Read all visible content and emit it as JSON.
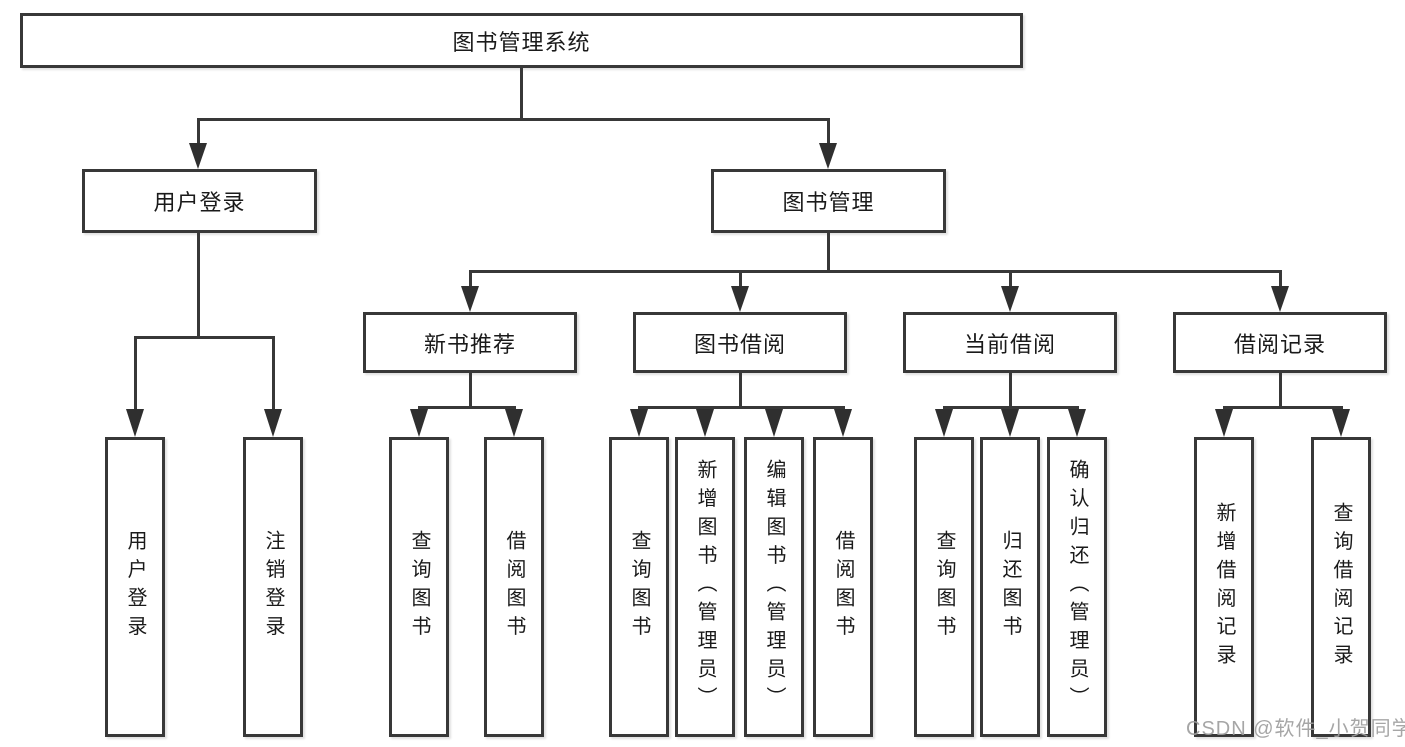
{
  "diagram": {
    "type": "tree",
    "root": {
      "label": "图书管理系统",
      "children": [
        {
          "label": "用户登录",
          "children": [
            {
              "label": "用户登录"
            },
            {
              "label": "注销登录"
            }
          ]
        },
        {
          "label": "图书管理",
          "children": [
            {
              "label": "新书推荐",
              "children": [
                {
                  "label": "查询图书"
                },
                {
                  "label": "借阅图书"
                }
              ]
            },
            {
              "label": "图书借阅",
              "children": [
                {
                  "label": "查询图书"
                },
                {
                  "label": "新增图书（管理员）"
                },
                {
                  "label": "编辑图书（管理员）"
                },
                {
                  "label": "借阅图书"
                }
              ]
            },
            {
              "label": "当前借阅",
              "children": [
                {
                  "label": "查询图书"
                },
                {
                  "label": "归还图书"
                },
                {
                  "label": "确认归还（管理员）"
                }
              ]
            },
            {
              "label": "借阅记录",
              "children": [
                {
                  "label": "新增借阅记录"
                },
                {
                  "label": "查询借阅记录"
                }
              ]
            }
          ]
        }
      ]
    }
  },
  "watermark": {
    "text": "CSDN @软件_小贺同学"
  },
  "colors": {
    "line": "#383838",
    "box_border": "#383838",
    "text": "#1a1a1a",
    "background": "#ffffff",
    "watermark": "#9e9e9e"
  }
}
